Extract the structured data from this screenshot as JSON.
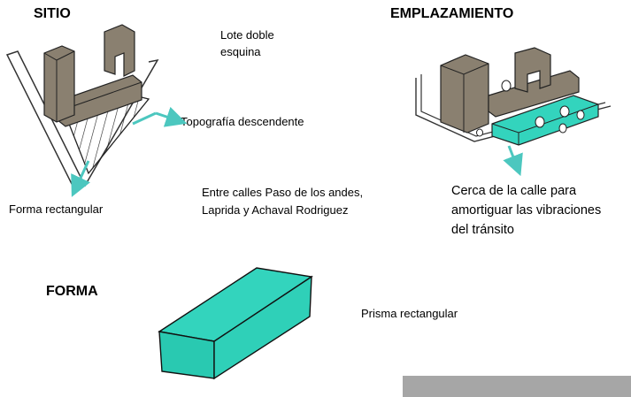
{
  "colors": {
    "accent": "#33d4bd",
    "accent_arrow": "#4cc7bf",
    "building": "#8a8070",
    "building_dark": "#6f665a",
    "bar": "#a6a6a6"
  },
  "sitio": {
    "title": "SITIO",
    "lot_label_1": "Lote doble",
    "lot_label_2": "esquina",
    "topography": "Topografía descendente",
    "shape": "Forma rectangular"
  },
  "emplazamiento": {
    "title": "EMPLAZAMIENTO",
    "between_1": "Entre calles Paso de los andes,",
    "between_2": "Laprida y Achaval Rodriguez",
    "note_1": "Cerca de la calle para",
    "note_2": "amortiguar las vibraciones",
    "note_3": "del tránsito"
  },
  "forma": {
    "title": "FORMA",
    "description": "Prisma rectangular"
  }
}
